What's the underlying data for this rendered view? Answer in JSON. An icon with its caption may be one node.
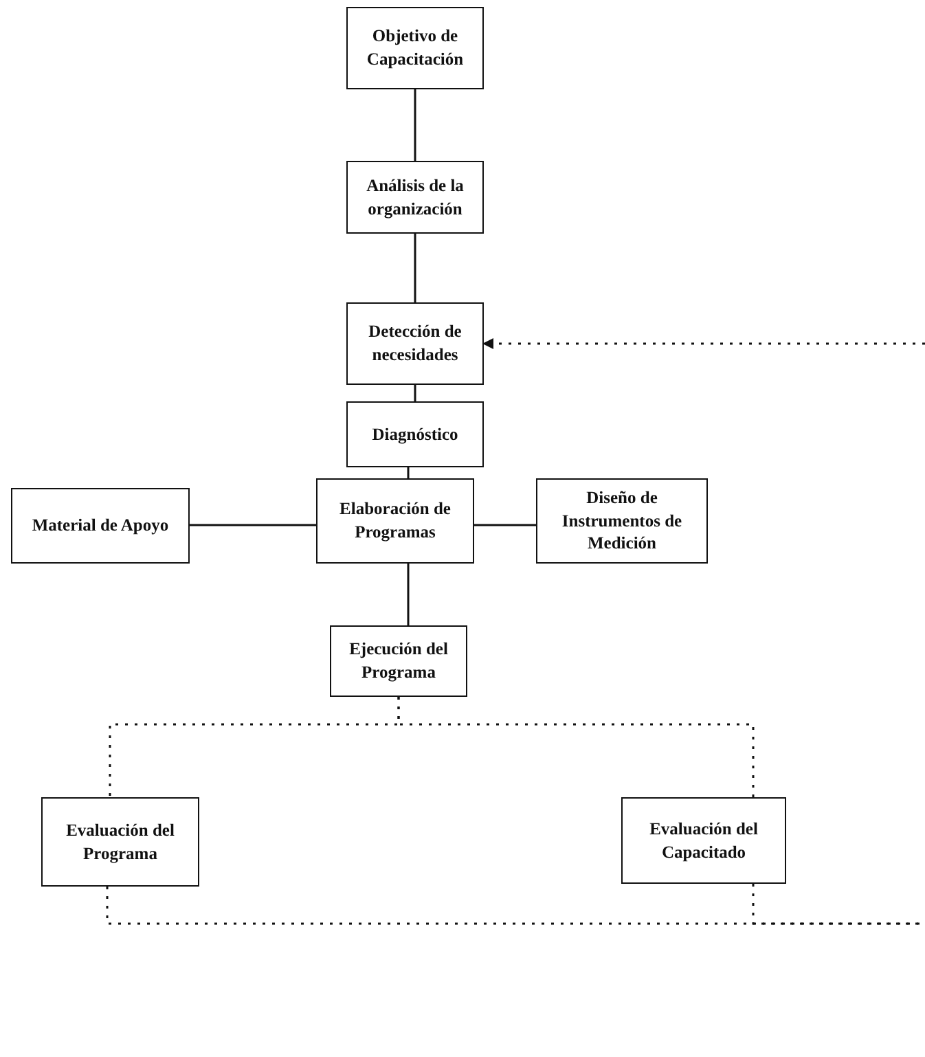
{
  "diagram": {
    "nodes": [
      {
        "text": [
          "Objetivo de Capacitación"
        ]
      },
      {
        "text": [
          "Análisis de la organización"
        ]
      },
      {
        "text": [
          "Detección de necesidades"
        ]
      },
      {
        "text": [
          "Diagnóstico"
        ]
      },
      {
        "text": [
          "Material de Apoyo"
        ]
      },
      {
        "text": [
          "Elaboración de Programas"
        ]
      },
      {
        "text": [
          "Diseño de Instrumentos de Medición"
        ]
      },
      {
        "text": [
          "Ejecución del Programa"
        ]
      },
      {
        "text": [
          "Evaluación del Programa"
        ]
      },
      {
        "text": [
          "Evaluación del Capacitado"
        ]
      }
    ],
    "edges": [
      {
        "from": 0,
        "to": 1,
        "arrow": "none"
      },
      {
        "from": 1,
        "to": 2,
        "arrow": "none"
      },
      {
        "from": 2,
        "to": 3,
        "arrow": "none"
      },
      {
        "from": 3,
        "to": 5,
        "arrow": "none"
      },
      {
        "from": 4,
        "to": 5,
        "arrow": "none"
      },
      {
        "from": 5,
        "to": 6,
        "arrow": "none"
      },
      {
        "from": 5,
        "to": 7,
        "arrow": "none"
      },
      {
        "from": 7,
        "to": 8,
        "arrow": "none",
        "style": "dashed"
      },
      {
        "from": 7,
        "to": 9,
        "arrow": "none",
        "style": "dashed"
      },
      {
        "from": 8,
        "to": null,
        "arrow": "none",
        "style": "dashed"
      },
      {
        "from": 9,
        "to": null,
        "arrow": "none",
        "style": "dashed"
      },
      {
        "from": null,
        "to": 2,
        "arrow": "to",
        "style": "dashed"
      }
    ]
  }
}
